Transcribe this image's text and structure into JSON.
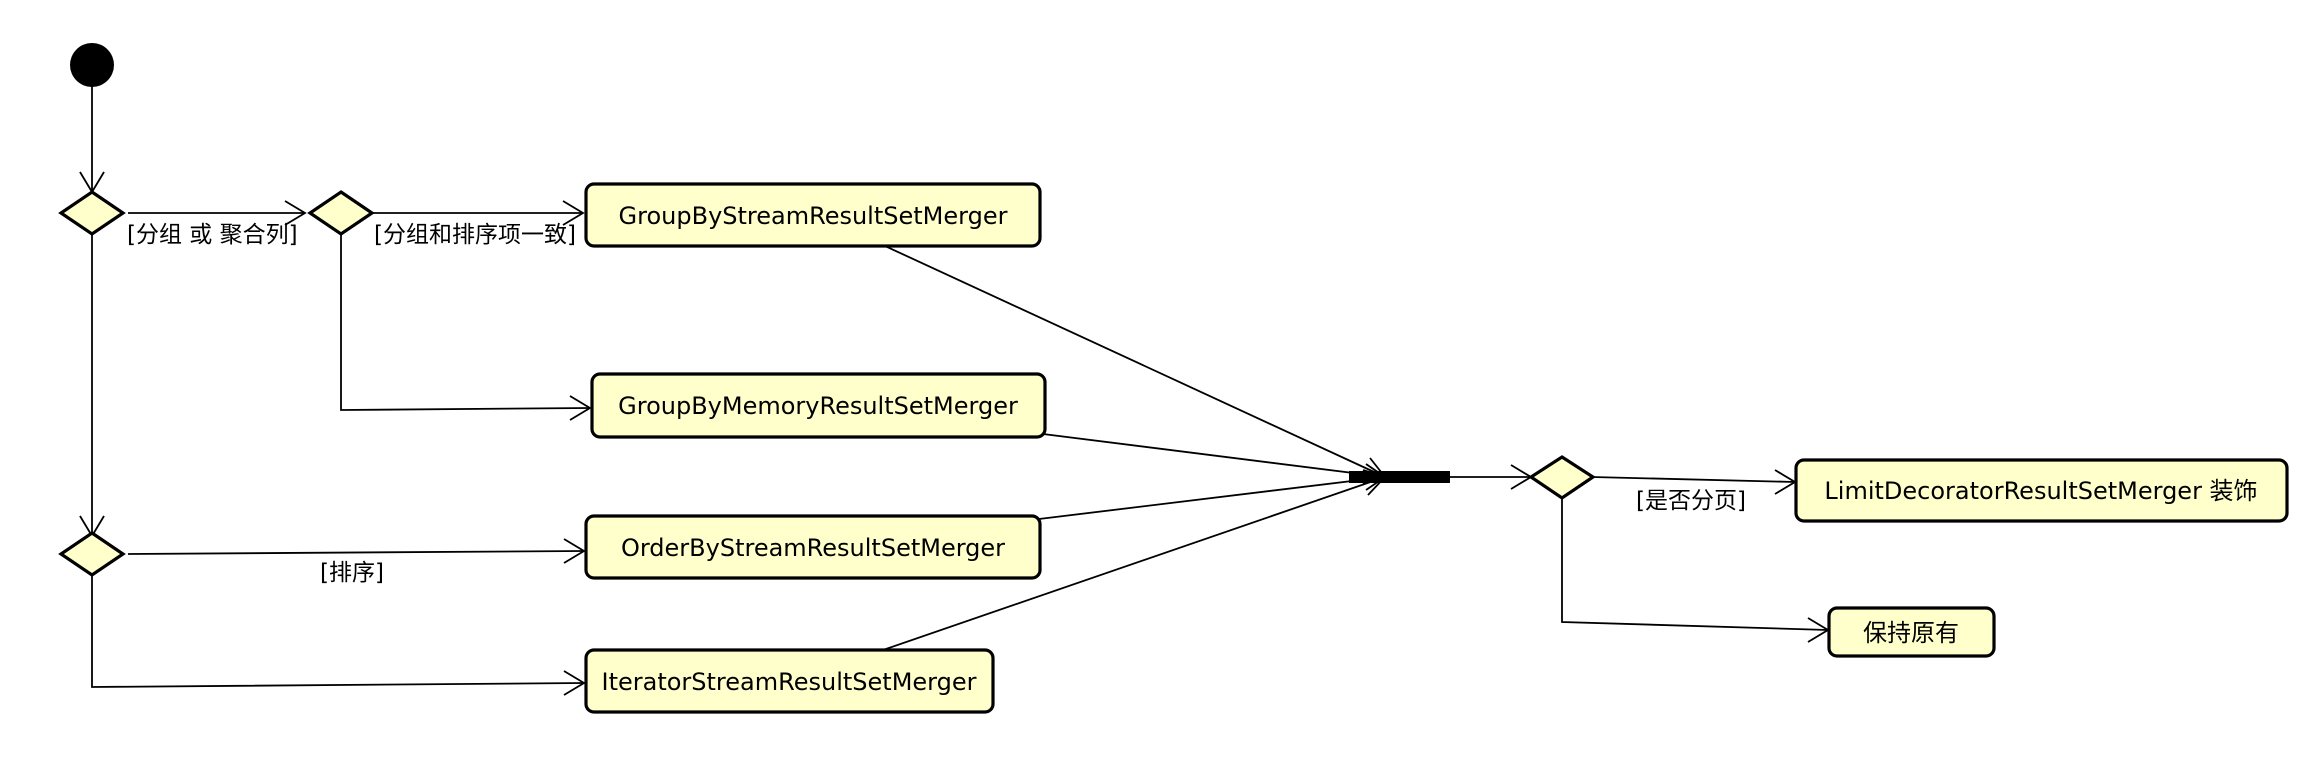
{
  "nodes": {
    "group_by_stream": "GroupByStreamResultSetMerger",
    "group_by_memory": "GroupByMemoryResultSetMerger",
    "order_by_stream": "OrderByStreamResultSetMerger",
    "iterator_stream": "IteratorStreamResultSetMerger",
    "limit_decorator": "LimitDecoratorResultSetMerger 装饰",
    "keep_original": "保持原有"
  },
  "guards": {
    "group_or_aggregate": "[分组 或 聚合列]",
    "group_order_consistent": "[分组和排序项一致]",
    "order": "[排序]",
    "paginate": "[是否分页]"
  },
  "colors": {
    "node_fill": "#ffffcc",
    "stroke": "#000000"
  }
}
